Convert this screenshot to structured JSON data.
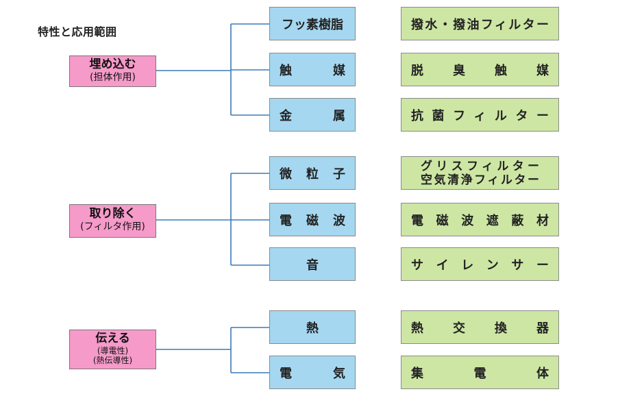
{
  "title": "特性と応用範囲",
  "groups": [
    {
      "name": "埋め込む",
      "sub": [
        "(担体作用)"
      ],
      "items": [
        {
          "material": "フッ素樹脂",
          "application": [
            "撥水・撥油フィルター"
          ]
        },
        {
          "material": "触　媒",
          "application": [
            "脱臭触媒"
          ]
        },
        {
          "material": "金　属",
          "application": [
            "抗菌フィルター"
          ]
        }
      ]
    },
    {
      "name": "取り除く",
      "sub": [
        "(フィルタ作用)"
      ],
      "items": [
        {
          "material": "微粒子",
          "application": [
            "グリスフィルター",
            "空気清浄フィルター"
          ]
        },
        {
          "material": "電磁波",
          "application": [
            "電磁波遮蔽材"
          ]
        },
        {
          "material": "音",
          "application": [
            "サイレンサー"
          ]
        }
      ]
    },
    {
      "name": "伝える",
      "sub": [
        "(導電性)",
        "(熱伝導性)"
      ],
      "items": [
        {
          "material": "熱",
          "application": [
            "熱交換器"
          ]
        },
        {
          "material": "電　気",
          "application": [
            "集電体"
          ]
        }
      ]
    }
  ],
  "colors": {
    "group_box": "#f59ac9",
    "material_box": "#a5d7f0",
    "application_box": "#cde6a4",
    "connector": "#3a7ab8"
  }
}
